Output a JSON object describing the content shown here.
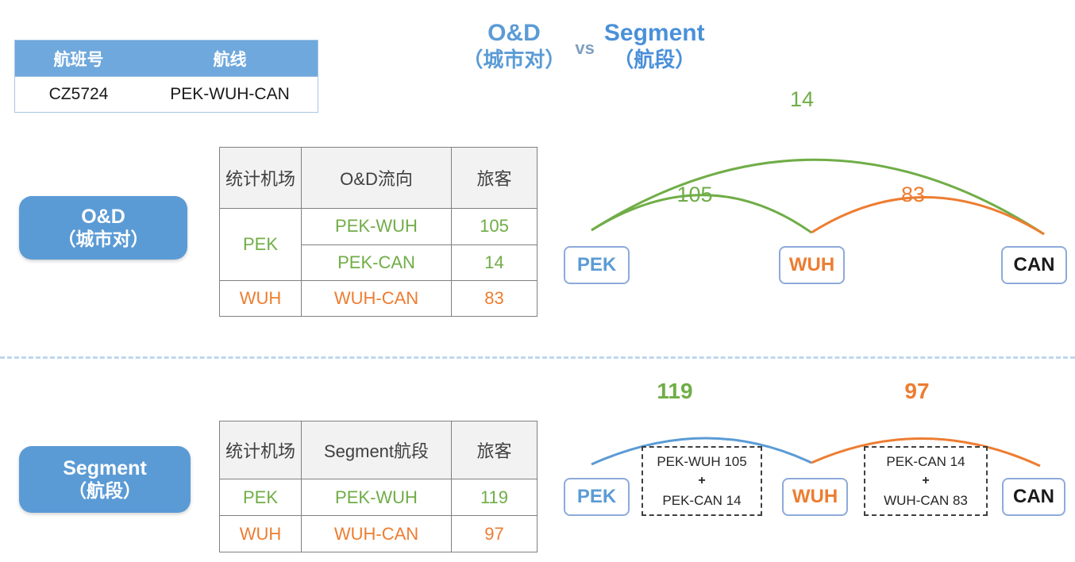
{
  "title": {
    "left_main": "O&D",
    "left_sub": "（城市对）",
    "vs": "vs",
    "right_main": "Segment",
    "right_sub": "（航段）"
  },
  "flight_table": {
    "headers": [
      "航班号",
      "航线"
    ],
    "row": [
      "CZ5724",
      "PEK-WUH-CAN"
    ]
  },
  "badges": {
    "od_main": "O&D",
    "od_sub": "（城市对）",
    "seg_main": "Segment",
    "seg_sub": "（航段）"
  },
  "od_table": {
    "headers": [
      "统计机场",
      "O&D流向",
      "旅客"
    ],
    "rows": [
      {
        "airport": "PEK",
        "flow": "PEK-WUH",
        "pax": "105",
        "color": "green"
      },
      {
        "airport": "",
        "flow": "PEK-CAN",
        "pax": "14",
        "color": "green"
      },
      {
        "airport": "WUH",
        "flow": "WUH-CAN",
        "pax": "83",
        "color": "orange"
      }
    ]
  },
  "seg_table": {
    "headers": [
      "统计机场",
      "Segment航段",
      "旅客"
    ],
    "rows": [
      {
        "airport": "PEK",
        "flow": "PEK-WUH",
        "pax": "119",
        "color": "green"
      },
      {
        "airport": "WUH",
        "flow": "WUH-CAN",
        "pax": "97",
        "color": "orange"
      }
    ]
  },
  "od_diagram": {
    "nodes": [
      {
        "id": "pek",
        "label": "PEK"
      },
      {
        "id": "wuh",
        "label": "WUH"
      },
      {
        "id": "can",
        "label": "CAN"
      }
    ],
    "arcs": [
      {
        "id": "pek-can",
        "label": "14",
        "color": "#70ad47",
        "from": "PEK",
        "to": "CAN"
      },
      {
        "id": "pek-wuh",
        "label": "105",
        "color": "#70ad47",
        "from": "PEK",
        "to": "WUH"
      },
      {
        "id": "wuh-can",
        "label": "83",
        "color": "#ed7d31",
        "from": "WUH",
        "to": "CAN"
      }
    ]
  },
  "seg_diagram": {
    "nodes": [
      {
        "id": "pek",
        "label": "PEK"
      },
      {
        "id": "wuh",
        "label": "WUH"
      },
      {
        "id": "can",
        "label": "CAN"
      }
    ],
    "arcs": [
      {
        "id": "pek-wuh",
        "label": "119",
        "color": "#5b9bd5",
        "label_color": "#70ad47"
      },
      {
        "id": "wuh-can",
        "label": "97",
        "color": "#ed7d31",
        "label_color": "#ed7d31"
      }
    ],
    "sum_boxes": [
      {
        "line1": "PEK-WUH 105",
        "plus": "+",
        "line2": "PEK-CAN  14"
      },
      {
        "line1": "PEK-CAN  14",
        "plus": "+",
        "line2": "WUH-CAN 83"
      }
    ]
  },
  "colors": {
    "green": "#70ad47",
    "orange": "#ed7d31",
    "blue": "#5b9bd5",
    "header_blue": "#6fa8dc",
    "divider": "#bfd7ee"
  },
  "chart_data": {
    "type": "diagram",
    "title": "O&D（城市对） vs Segment（航段）",
    "flight": "CZ5724 PEK-WUH-CAN",
    "od_flows": [
      {
        "airport": "PEK",
        "flow": "PEK-WUH",
        "passengers": 105
      },
      {
        "airport": "PEK",
        "flow": "PEK-CAN",
        "passengers": 14
      },
      {
        "airport": "WUH",
        "flow": "WUH-CAN",
        "passengers": 83
      }
    ],
    "segment_flows": [
      {
        "airport": "PEK",
        "segment": "PEK-WUH",
        "passengers": 119
      },
      {
        "airport": "WUH",
        "segment": "WUH-CAN",
        "passengers": 97
      }
    ]
  }
}
